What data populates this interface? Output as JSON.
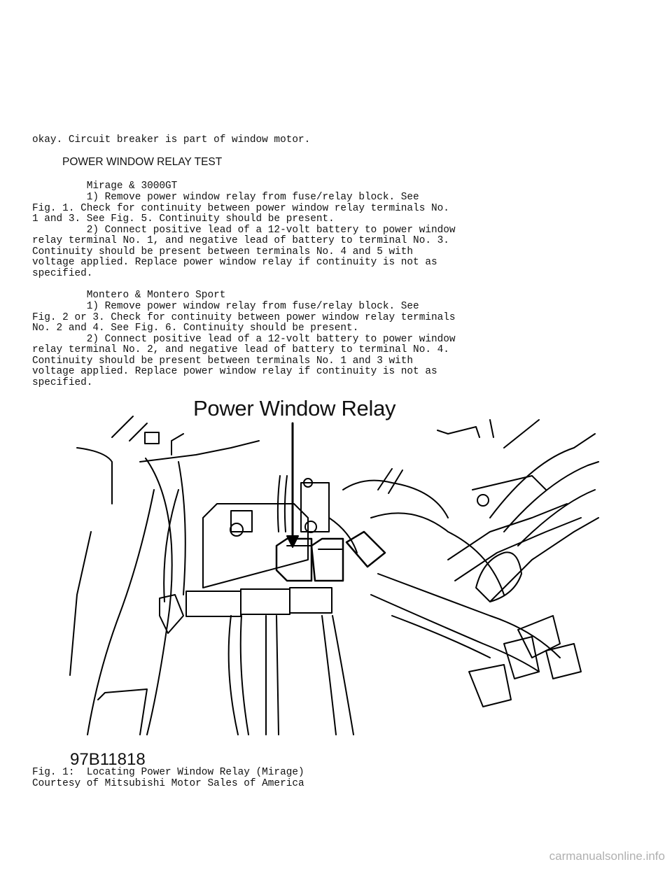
{
  "intro_line": "okay. Circuit breaker is part of window motor.",
  "section_heading": "POWER WINDOW RELAY TEST",
  "mirage_block": {
    "title": "         Mirage & 3000GT",
    "text": "         1) Remove power window relay from fuse/relay block. See\nFig. 1. Check for continuity between power window relay terminals No.\n1 and 3. See Fig. 5. Continuity should be present.\n         2) Connect positive lead of a 12-volt battery to power window\nrelay terminal No. 1, and negative lead of battery to terminal No. 3.\nContinuity should be present between terminals No. 4 and 5 with\nvoltage applied. Replace power window relay if continuity is not as\nspecified."
  },
  "montero_block": {
    "title": "         Montero & Montero Sport",
    "text": "         1) Remove power window relay from fuse/relay block. See\nFig. 2 or 3. Check for continuity between power window relay terminals\nNo. 2 and 4. See Fig. 6. Continuity should be present.\n         2) Connect positive lead of a 12-volt battery to power window\nrelay terminal No. 2, and negative lead of battery to terminal No. 4.\nContinuity should be present between terminals No. 1 and 3 with\nvoltage applied. Replace power window relay if continuity is not as\nspecified."
  },
  "figure": {
    "callout_label": "Power Window Relay",
    "code": "97B11818",
    "caption": "Fig. 1:  Locating Power Window Relay (Mirage)",
    "credit": "Courtesy of Mitsubishi Motor Sales of America"
  },
  "watermark": "carmanualsonline.info"
}
